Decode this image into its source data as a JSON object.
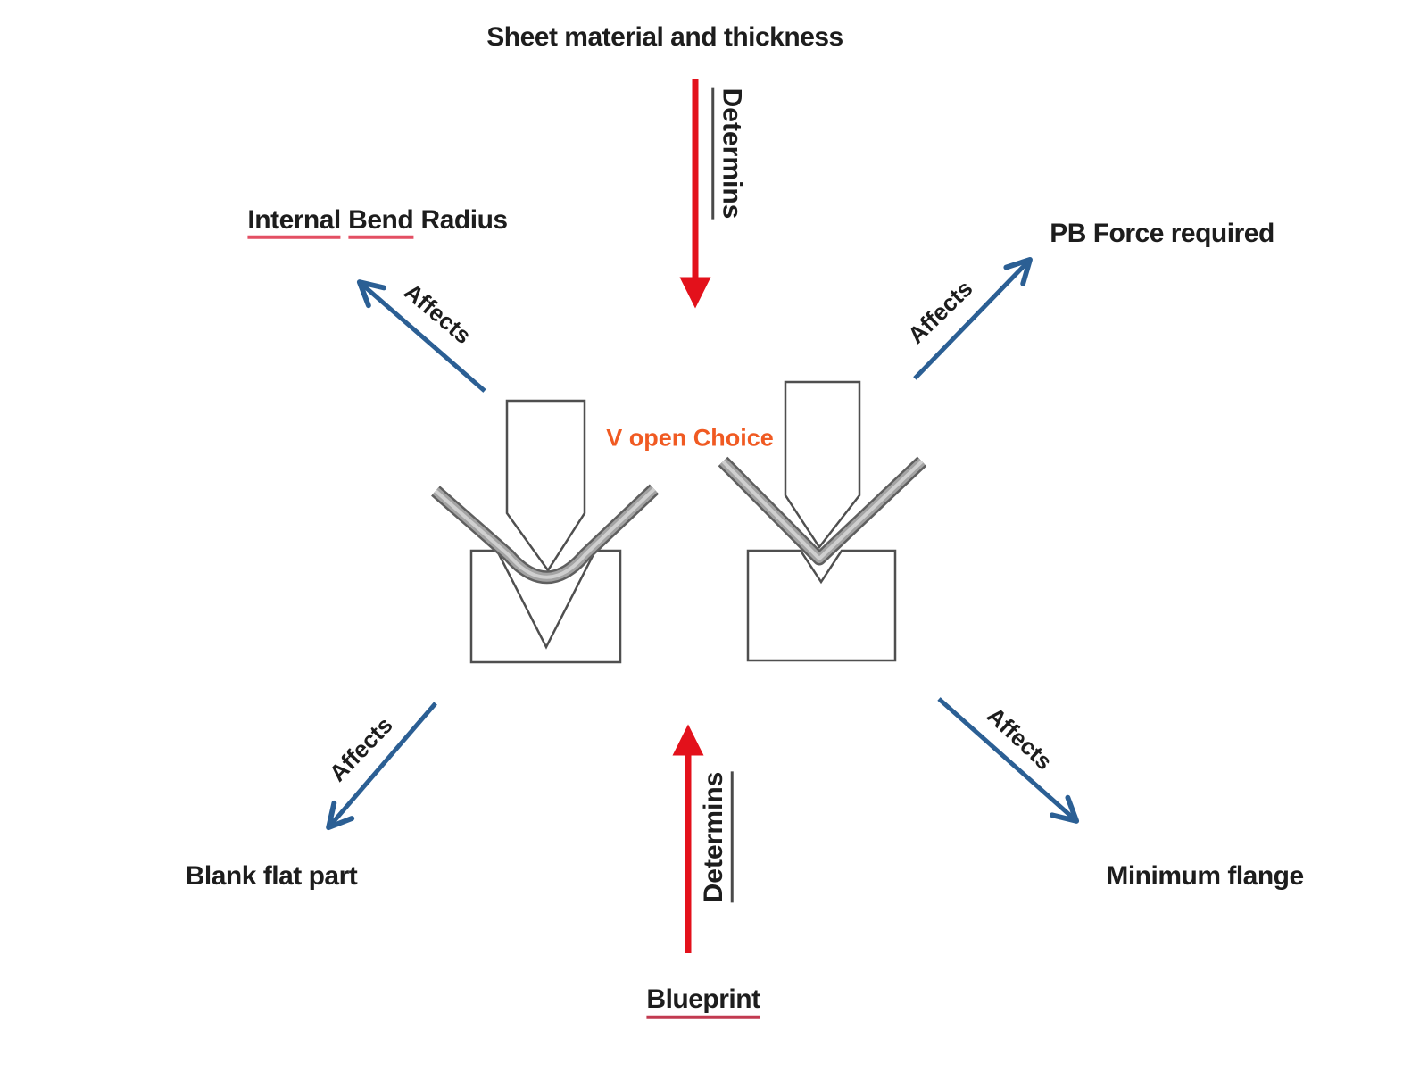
{
  "diagram": {
    "title": "Sheet material and thickness",
    "center_label": "V open Choice",
    "nodes": {
      "internal_bend_radius": {
        "words": [
          "Internal",
          "Bend",
          "Radius"
        ]
      },
      "pb_force": "PB Force required",
      "blank_flat_part": "Blank flat part",
      "minimum_flange": "Minimum flange",
      "blueprint": "Blueprint"
    },
    "edges": {
      "determines_top": "Determins",
      "determines_bottom": "Determins",
      "affects_upper_left": "Affects",
      "affects_upper_right": "Affects",
      "affects_lower_left": "Affects",
      "affects_lower_right": "Affects"
    },
    "colors": {
      "emphasis_arrow": "#e3111b",
      "emphasis_glow": "#f4929a",
      "relation_arrow": "#2b5f94",
      "accent_text": "#f05a22",
      "spellcheck_underline": "#e34f63",
      "text": "#1d1d1d",
      "shape_outline": "#4f4f4f"
    }
  }
}
